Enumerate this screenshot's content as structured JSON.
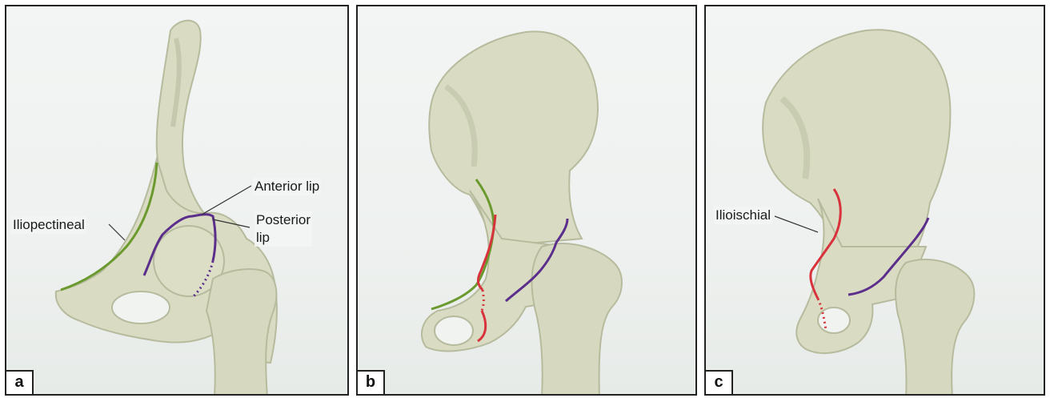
{
  "panels": [
    {
      "letter": "a",
      "callouts": [
        {
          "key": "iliopectineal",
          "text": "Iliopectineal"
        },
        {
          "key": "anterior-lip",
          "text": "Anterior lip"
        },
        {
          "key": "posterior-lip",
          "text": "Posterior\nlip"
        }
      ]
    },
    {
      "letter": "b",
      "callouts": []
    },
    {
      "letter": "c",
      "callouts": [
        {
          "key": "ilioischial",
          "text": "Ilioischial"
        }
      ]
    }
  ],
  "colors": {
    "bone": "#d9dcc2",
    "bone_shadow": "#b7bb9d",
    "iliopectineal_line": "#6a9a2e",
    "ilioischial_line": "#d8323c",
    "acetabular_lip_line": "#5b2e8c",
    "leader_line": "#333333"
  }
}
